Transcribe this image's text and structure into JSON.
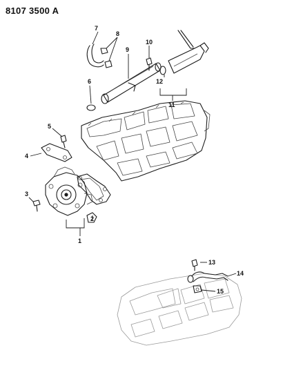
{
  "header": {
    "code": "8107 3500 A"
  },
  "callouts": [
    {
      "id": "c1",
      "label": "1"
    },
    {
      "id": "c2",
      "label": "2"
    },
    {
      "id": "c3",
      "label": "3"
    },
    {
      "id": "c4",
      "label": "4"
    },
    {
      "id": "c5",
      "label": "5"
    },
    {
      "id": "c6",
      "label": "6"
    },
    {
      "id": "c7",
      "label": "7"
    },
    {
      "id": "c8",
      "label": "8"
    },
    {
      "id": "c9",
      "label": "9"
    },
    {
      "id": "c10",
      "label": "10"
    },
    {
      "id": "c11",
      "label": "11"
    },
    {
      "id": "c12",
      "label": "12"
    },
    {
      "id": "c13",
      "label": "13"
    },
    {
      "id": "c14",
      "label": "14"
    },
    {
      "id": "c15",
      "label": "15"
    }
  ]
}
